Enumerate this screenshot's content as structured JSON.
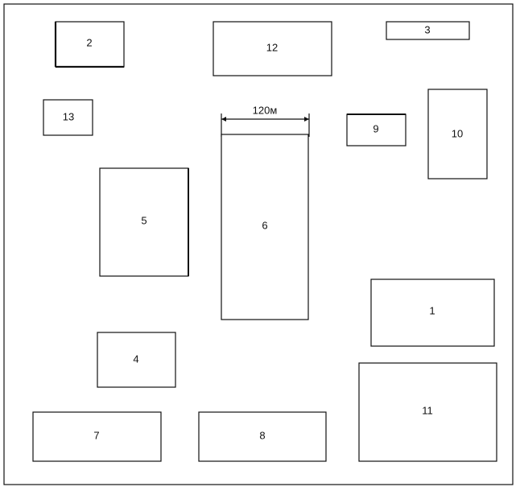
{
  "diagram": {
    "boxes": [
      {
        "id": "box-1",
        "label": "1"
      },
      {
        "id": "box-2",
        "label": "2"
      },
      {
        "id": "box-3",
        "label": "3"
      },
      {
        "id": "box-4",
        "label": "4"
      },
      {
        "id": "box-5",
        "label": "5"
      },
      {
        "id": "box-6",
        "label": "6"
      },
      {
        "id": "box-7",
        "label": "7"
      },
      {
        "id": "box-8",
        "label": "8"
      },
      {
        "id": "box-9",
        "label": "9"
      },
      {
        "id": "box-10",
        "label": "10"
      },
      {
        "id": "box-11",
        "label": "11"
      },
      {
        "id": "box-12",
        "label": "12"
      },
      {
        "id": "box-13",
        "label": "13"
      }
    ],
    "dimension_label": "120м"
  }
}
